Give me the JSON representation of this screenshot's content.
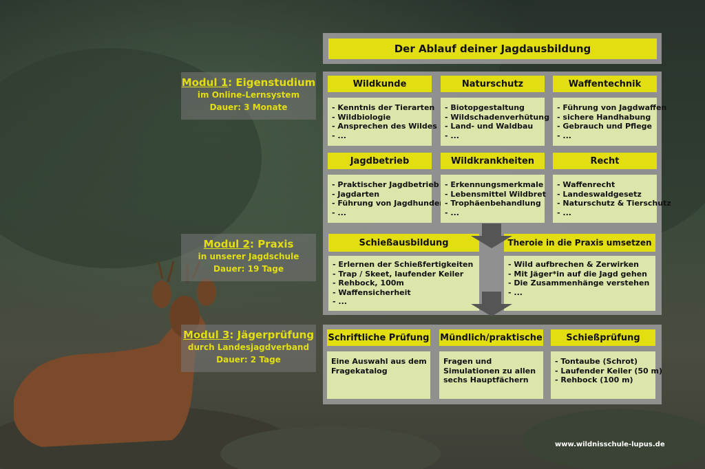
{
  "title": "Der Ablauf deiner Jagdausbildung",
  "modules": [
    {
      "label": "Modul 1",
      "name": ": Eigenstudium",
      "sub": "im Online-Lernsystem",
      "duration": "Dauer: 3 Monate"
    },
    {
      "label": "Modul 2",
      "name": ": Praxis",
      "sub": "in unserer Jagdschule",
      "duration": "Dauer: 19 Tage"
    },
    {
      "label": "Modul 3",
      "name": ": Jägerprüfung",
      "sub": "durch Landesjagdverband",
      "duration": "Dauer: 2 Tage"
    }
  ],
  "module1_topics": [
    {
      "title": "Wildkunde",
      "items": [
        "- Kenntnis der Tierarten",
        "- Wildbiologie",
        "- Ansprechen des Wildes",
        "- ..."
      ]
    },
    {
      "title": "Naturschutz",
      "items": [
        "- Biotopgestaltung",
        "- Wildschadenverhütung",
        "- Land- und Waldbau",
        "- ..."
      ]
    },
    {
      "title": "Waffentechnik",
      "items": [
        "- Führung von Jagdwaffen",
        "- sichere Handhabung",
        "- Gebrauch und Pflege",
        "- ..."
      ]
    },
    {
      "title": "Jagdbetrieb",
      "items": [
        "- Praktischer Jagdbetrieb",
        "- Jagdarten",
        "- Führung von Jagdhunden",
        "- ..."
      ]
    },
    {
      "title": "Wildkrankheiten",
      "items": [
        "- Erkennungsmerkmale",
        "- Lebensmittel Wildbret",
        "- Trophäenbehandlung",
        "- ..."
      ]
    },
    {
      "title": "Recht",
      "items": [
        "- Waffenrecht",
        "- Landeswaldgesetz",
        "- Naturschutz & Tierschutz",
        "- ..."
      ]
    }
  ],
  "module2_topics": [
    {
      "title": "Schießausbildung",
      "items": [
        "- Erlernen der Schießfertigkeiten",
        "- Trap / Skeet, laufender Keiler",
        "- Rehbock, 100m",
        "- Waffensicherheit",
        "- ..."
      ]
    },
    {
      "title": "Theroie in die Praxis umsetzen",
      "items": [
        "- Wild aufbrechen & Zerwirken",
        "- Mit Jäger*in auf die Jagd gehen",
        "- Die Zusammenhänge verstehen",
        "- ..."
      ]
    }
  ],
  "module3_topics": [
    {
      "title": "Schriftliche Prüfung",
      "items": [
        "Eine Auswahl aus dem",
        "Fragekatalog"
      ]
    },
    {
      "title": "Mündlich/praktische",
      "items": [
        "Fragen und",
        "Simulationen zu allen",
        "sechs Hauptfächern"
      ]
    },
    {
      "title": "Schießprüfung",
      "items": [
        "- Tontaube (Schrot)",
        "- Laufender Keiler (50 m)",
        "- Rehbock (100 m)"
      ]
    }
  ],
  "website": "www.wildnisschule-lupus.de",
  "colors": {
    "accent_yellow": "#e3de12",
    "box_green": "#dde6aa",
    "panel_gray": "#969696",
    "arrow_gray": "#555555"
  }
}
